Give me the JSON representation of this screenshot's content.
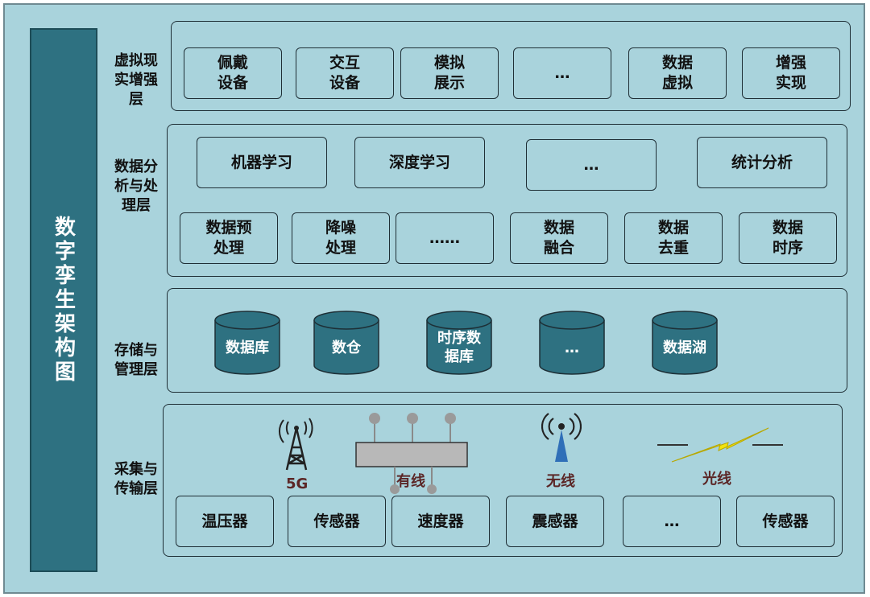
{
  "main_title": "数字孪生架构图",
  "layers": {
    "vr": {
      "label": "虚拟现\n实增强\n层",
      "items": [
        "佩戴\n设备",
        "交互\n设备",
        "模拟\n展示",
        "…",
        "数据\n虚拟",
        "增强\n实现"
      ]
    },
    "analysis": {
      "label": "数据分\n析与处\n理层",
      "row1": [
        "机器学习",
        "深度学习",
        "…",
        "统计分析"
      ],
      "row2": [
        "数据预\n处理",
        "降噪\n处理",
        "……",
        "数据\n融合",
        "数据\n去重",
        "数据\n时序"
      ]
    },
    "storage": {
      "label": "存储与\n管理层",
      "items": [
        "数据库",
        "数仓",
        "时序数\n据库",
        "…",
        "数据湖"
      ]
    },
    "collection": {
      "label": "采集与\n传输层",
      "network": [
        "5G",
        "有线",
        "无线",
        "光线"
      ],
      "items": [
        "温压器",
        "传感器",
        "速度器",
        "震感器",
        "…",
        "传感器"
      ]
    }
  },
  "colors": {
    "background": "#a9d3dc",
    "title_bar": "#2e7181",
    "cylinder": "#2e7181",
    "network_label": "#5b2626",
    "wireless_icon": "#2f6fb8",
    "lightning": "#f2e30f"
  },
  "icons": [
    "5g-tower-icon",
    "router-icon",
    "wireless-antenna-icon",
    "lightning-icon"
  ]
}
